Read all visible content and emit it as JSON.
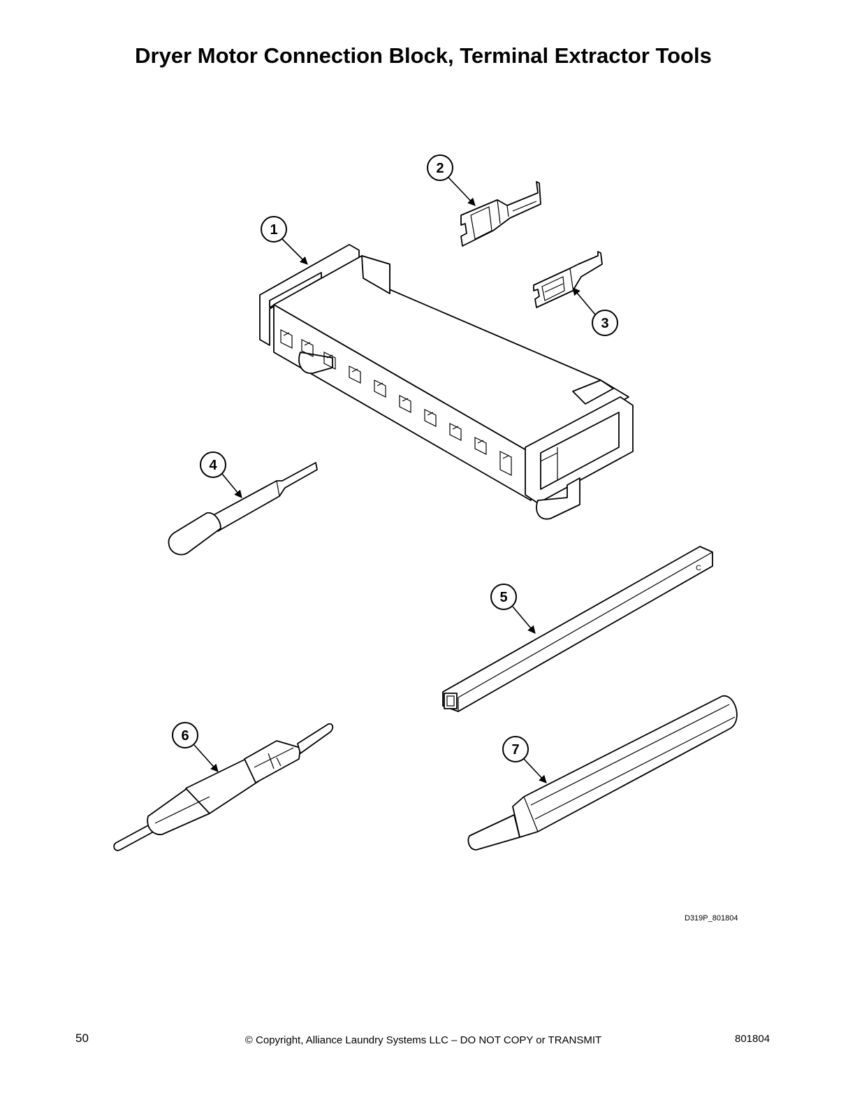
{
  "title": "Dryer Motor Connection Block, Terminal Extractor Tools",
  "callouts": [
    "1",
    "2",
    "3",
    "4",
    "5",
    "6",
    "7"
  ],
  "tool5_mark": "C",
  "drawing_code": "D319P_801804",
  "footer": {
    "page_number": "50",
    "copyright": "© Copyright, Alliance Laundry Systems LLC – DO NOT COPY or TRANSMIT",
    "doc_number": "801804"
  }
}
